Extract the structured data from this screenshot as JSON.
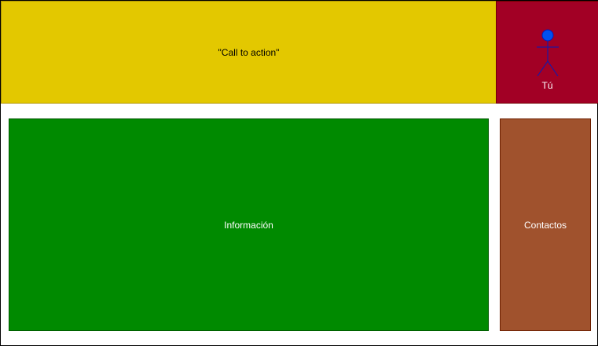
{
  "diagram": {
    "call_to_action": {
      "label": "\"Call to action\"",
      "color": "#e3c800"
    },
    "user": {
      "label": "Tú",
      "icon": "actor-icon",
      "color": "#a20025",
      "icon_color": "#0050ef"
    },
    "info": {
      "label": "Información",
      "color": "#008a00"
    },
    "contacts": {
      "label": "Contactos",
      "color": "#a0522d"
    }
  }
}
